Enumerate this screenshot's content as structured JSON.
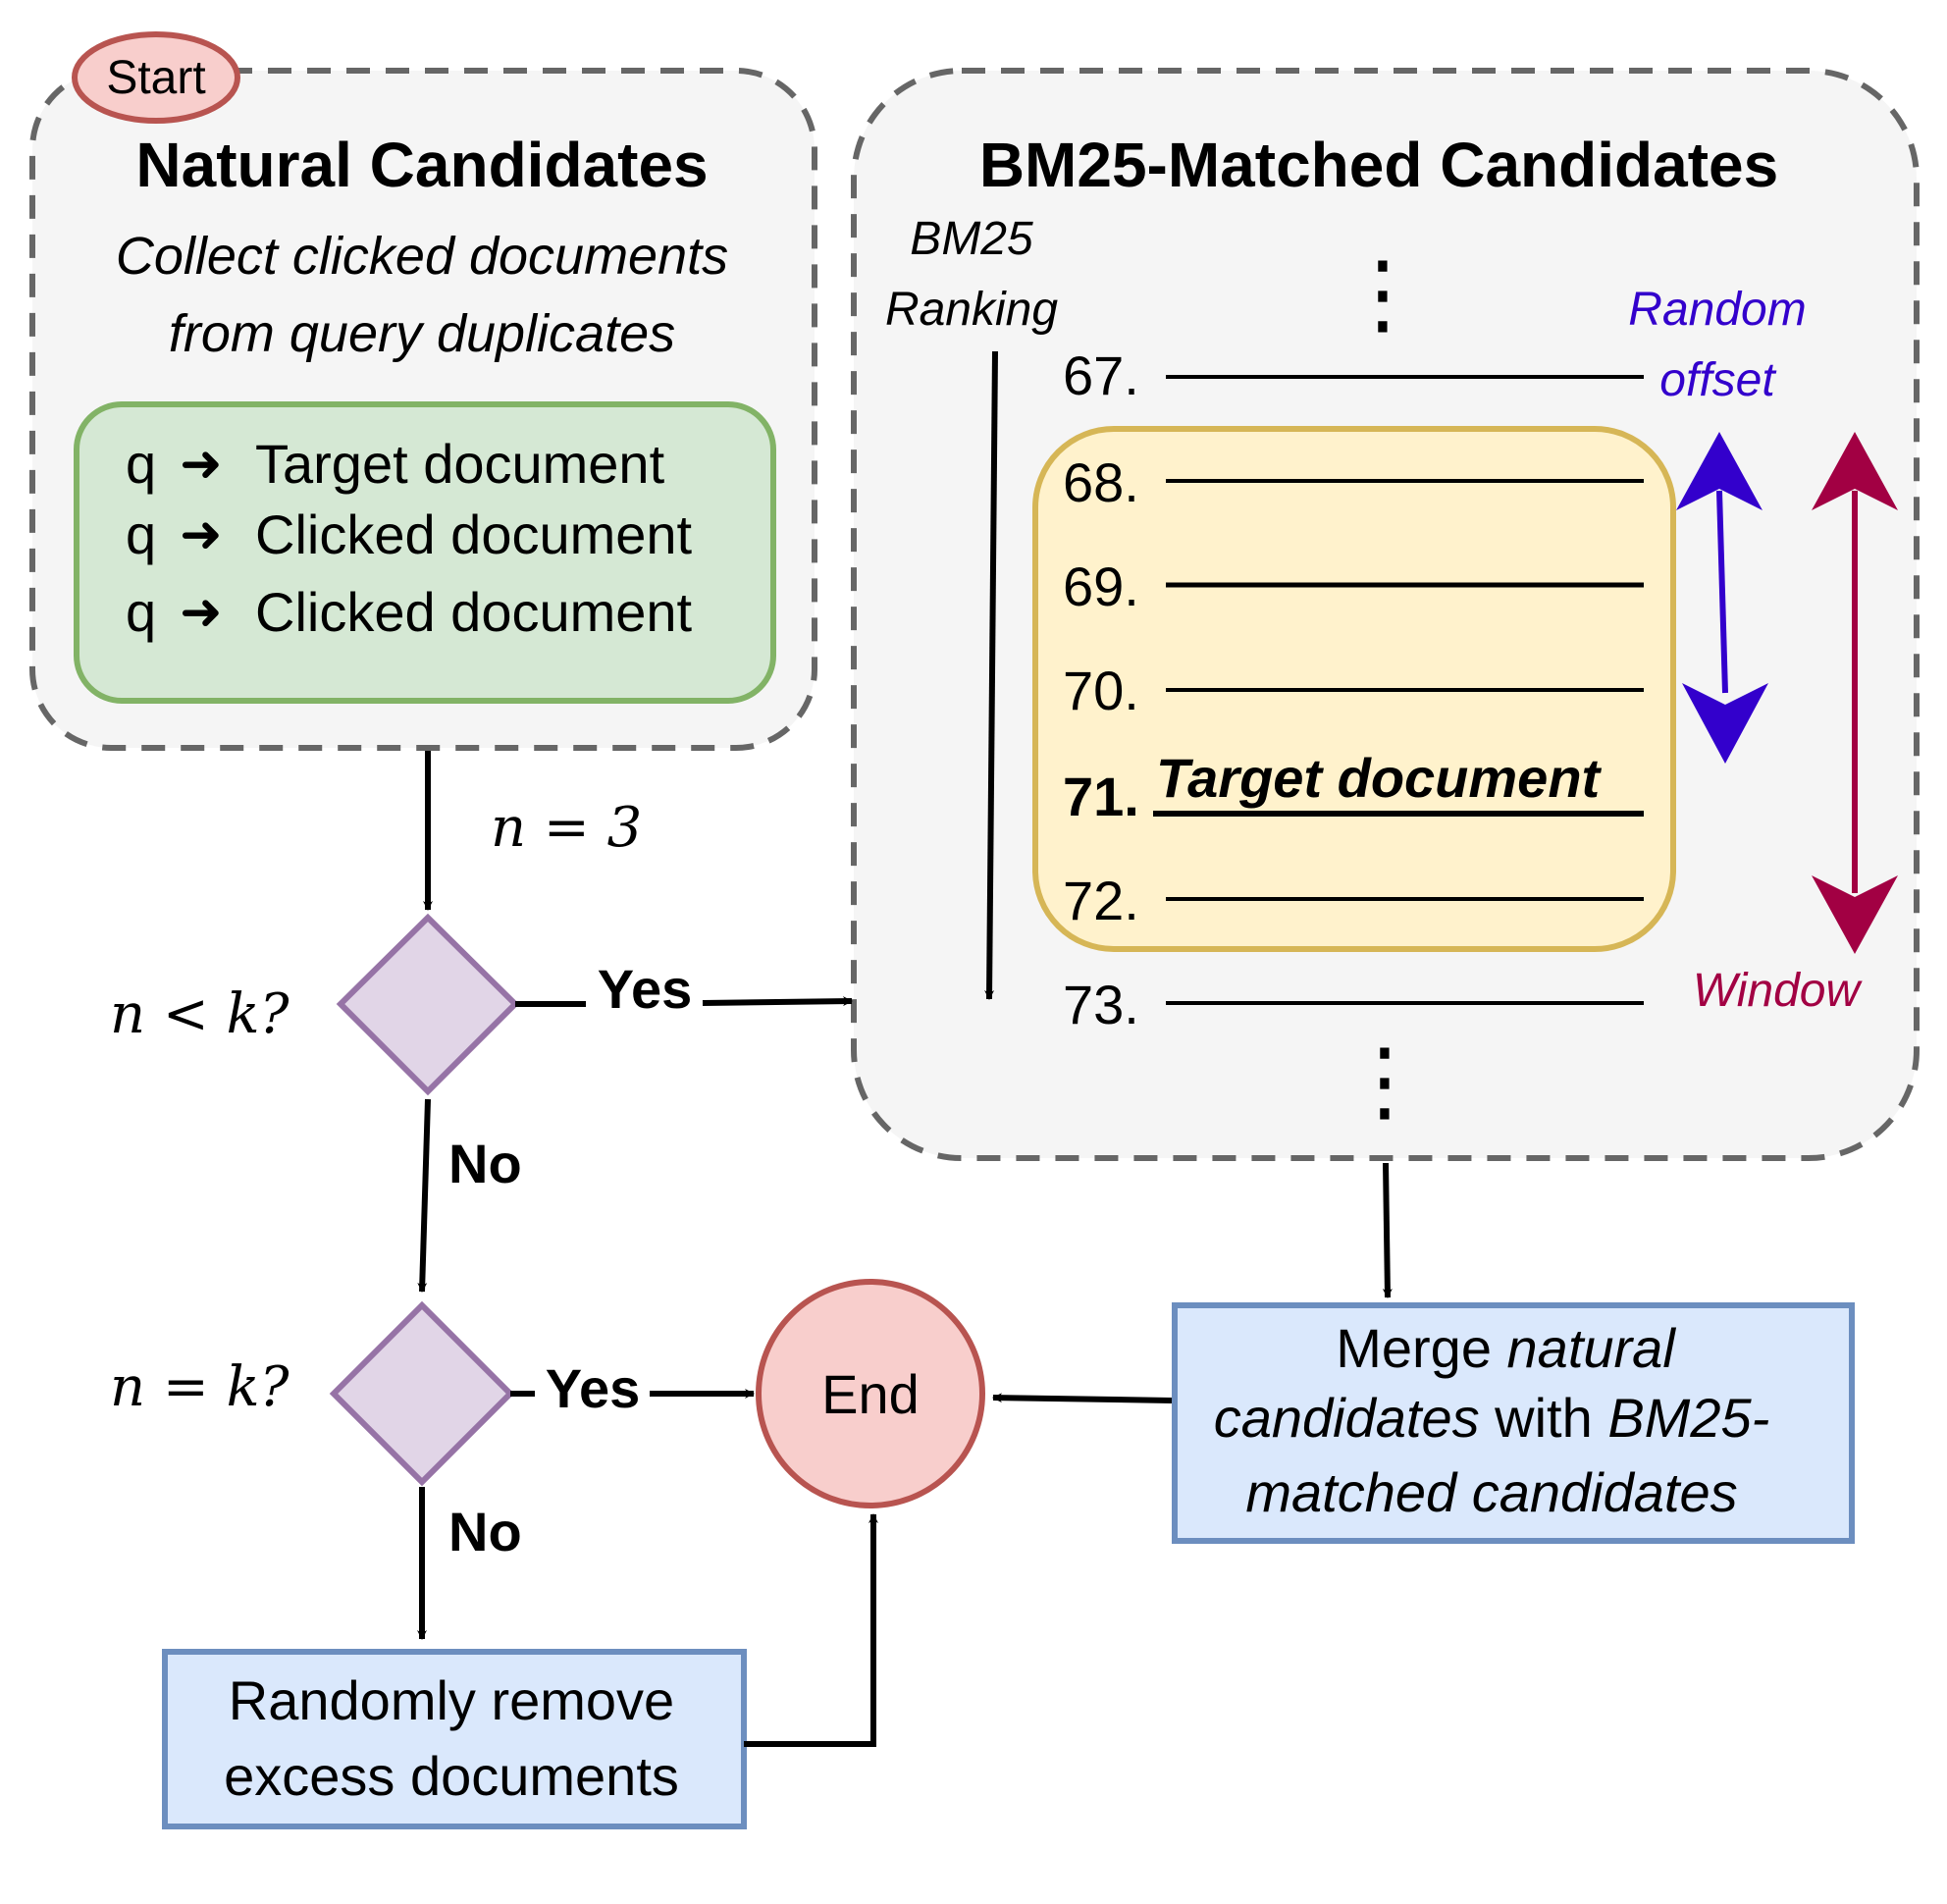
{
  "start": {
    "label": "Start"
  },
  "natural": {
    "title": "Natural Candidates",
    "subtitle_line1": "Collect clicked documents",
    "subtitle_line2": "from query duplicates",
    "rows": [
      {
        "q": "q",
        "arrow": "➜",
        "text": "Target document"
      },
      {
        "q": "q",
        "arrow": "➜",
        "text": "Clicked document"
      },
      {
        "q": "q",
        "arrow": "➜",
        "text": "Clicked document"
      }
    ]
  },
  "bm25": {
    "title": "BM25-Matched Candidates",
    "ranking_line1": "BM25",
    "ranking_line2": "Ranking",
    "ellipsis": "⋮",
    "ranks": [
      {
        "label": "67."
      },
      {
        "label": "68."
      },
      {
        "label": "69."
      },
      {
        "label": "70."
      },
      {
        "label": "71."
      },
      {
        "label": "72."
      },
      {
        "label": "73."
      }
    ],
    "target_label": "Target document",
    "offset_line1": "Random",
    "offset_line2": "offset",
    "window_label": "Window"
  },
  "flow": {
    "n_equals": "n = 3",
    "decision1": "n < k?",
    "decision2": "n = k?",
    "yes1": "Yes",
    "yes2": "Yes",
    "no1": "No",
    "no2": "No",
    "end": "End",
    "merge_line1_a": "Merge ",
    "merge_line1_b": "natural",
    "merge_line2_a": "candidates",
    "merge_line2_b": " with ",
    "merge_line2_c": "BM25-",
    "merge_line3": "matched candidates",
    "remove_line1": "Randomly remove",
    "remove_line2": "excess documents"
  },
  "colors": {
    "panel_fill": "#f5f5f5",
    "panel_stroke": "#666666",
    "green_fill": "#d5e8d4",
    "green_stroke": "#82b366",
    "yellow_fill": "#fff2cc",
    "yellow_stroke": "#d6b656",
    "purple_fill": "#e1d5e7",
    "purple_stroke": "#9673a6",
    "red_fill": "#f8cecc",
    "red_stroke": "#b85450",
    "blue_fill": "#dae8fc",
    "blue_stroke": "#6c8ebf",
    "offset_color": "#3300cc",
    "window_color": "#a20043"
  }
}
